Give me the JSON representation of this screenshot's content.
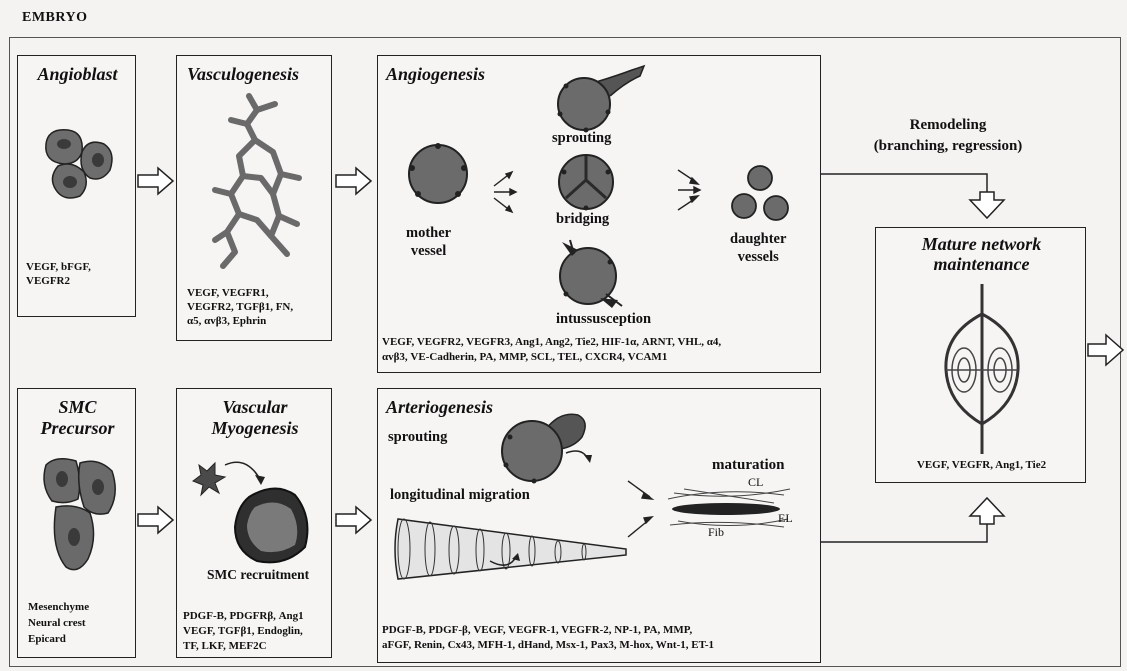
{
  "header": {
    "label": "EMBRYO"
  },
  "boxes": {
    "angioblast": {
      "title": "Angioblast",
      "factors": "VEGF, bFGF,\nVEGFR2"
    },
    "vasculogenesis": {
      "title": "Vasculogenesis",
      "factors": "VEGF, VEGFR1,\nVEGFR2, TGFβ1, FN,\nα5, αvβ3, Ephrin"
    },
    "angiogenesis": {
      "title": "Angiogenesis",
      "labels": {
        "sprouting": "sprouting",
        "bridging": "bridging",
        "intussusception": "intussusception",
        "mother": "mother\nvessel",
        "daughter": "daughter\nvessels"
      },
      "factors": "VEGF, VEGFR2, VEGFR3, Ang1, Ang2, Tie2, HIF-1α, ARNT, VHL, α4,\nαvβ3, VE-Cadherin, PA, MMP, SCL, TEL, CXCR4, VCAM1"
    },
    "smc": {
      "title": "SMC\nPrecursor",
      "factors": "Mesenchyme\nNeural crest\nEpicard"
    },
    "myogenesis": {
      "title": "Vascular\nMyogenesis",
      "recruit": "SMC recruitment",
      "factors": "PDGF-B, PDGFRβ, Ang1\nVEGF, TGFβ1, Endoglin,\nTF, LKF, MEF2C"
    },
    "arteriogenesis": {
      "title": "Arteriogenesis",
      "labels": {
        "sprouting": "sprouting",
        "migration": "longitudinal migration",
        "maturation": "maturation",
        "cl": "CL",
        "el": "EL",
        "fib": "Fib"
      },
      "factors": "PDGF-B, PDGF-β, VEGF, VEGFR-1, VEGFR-2, NP-1, PA, MMP,\naFGF, Renin, Cx43, MFH-1, dHand, Msx-1, Pax3, M-hox, Wnt-1, ET-1"
    },
    "mature": {
      "title": "Mature network\nmaintenance",
      "factors": "VEGF, VEGFR, Ang1, Tie2"
    }
  },
  "remodeling": {
    "label": "Remodeling\n(branching, regression)"
  }
}
